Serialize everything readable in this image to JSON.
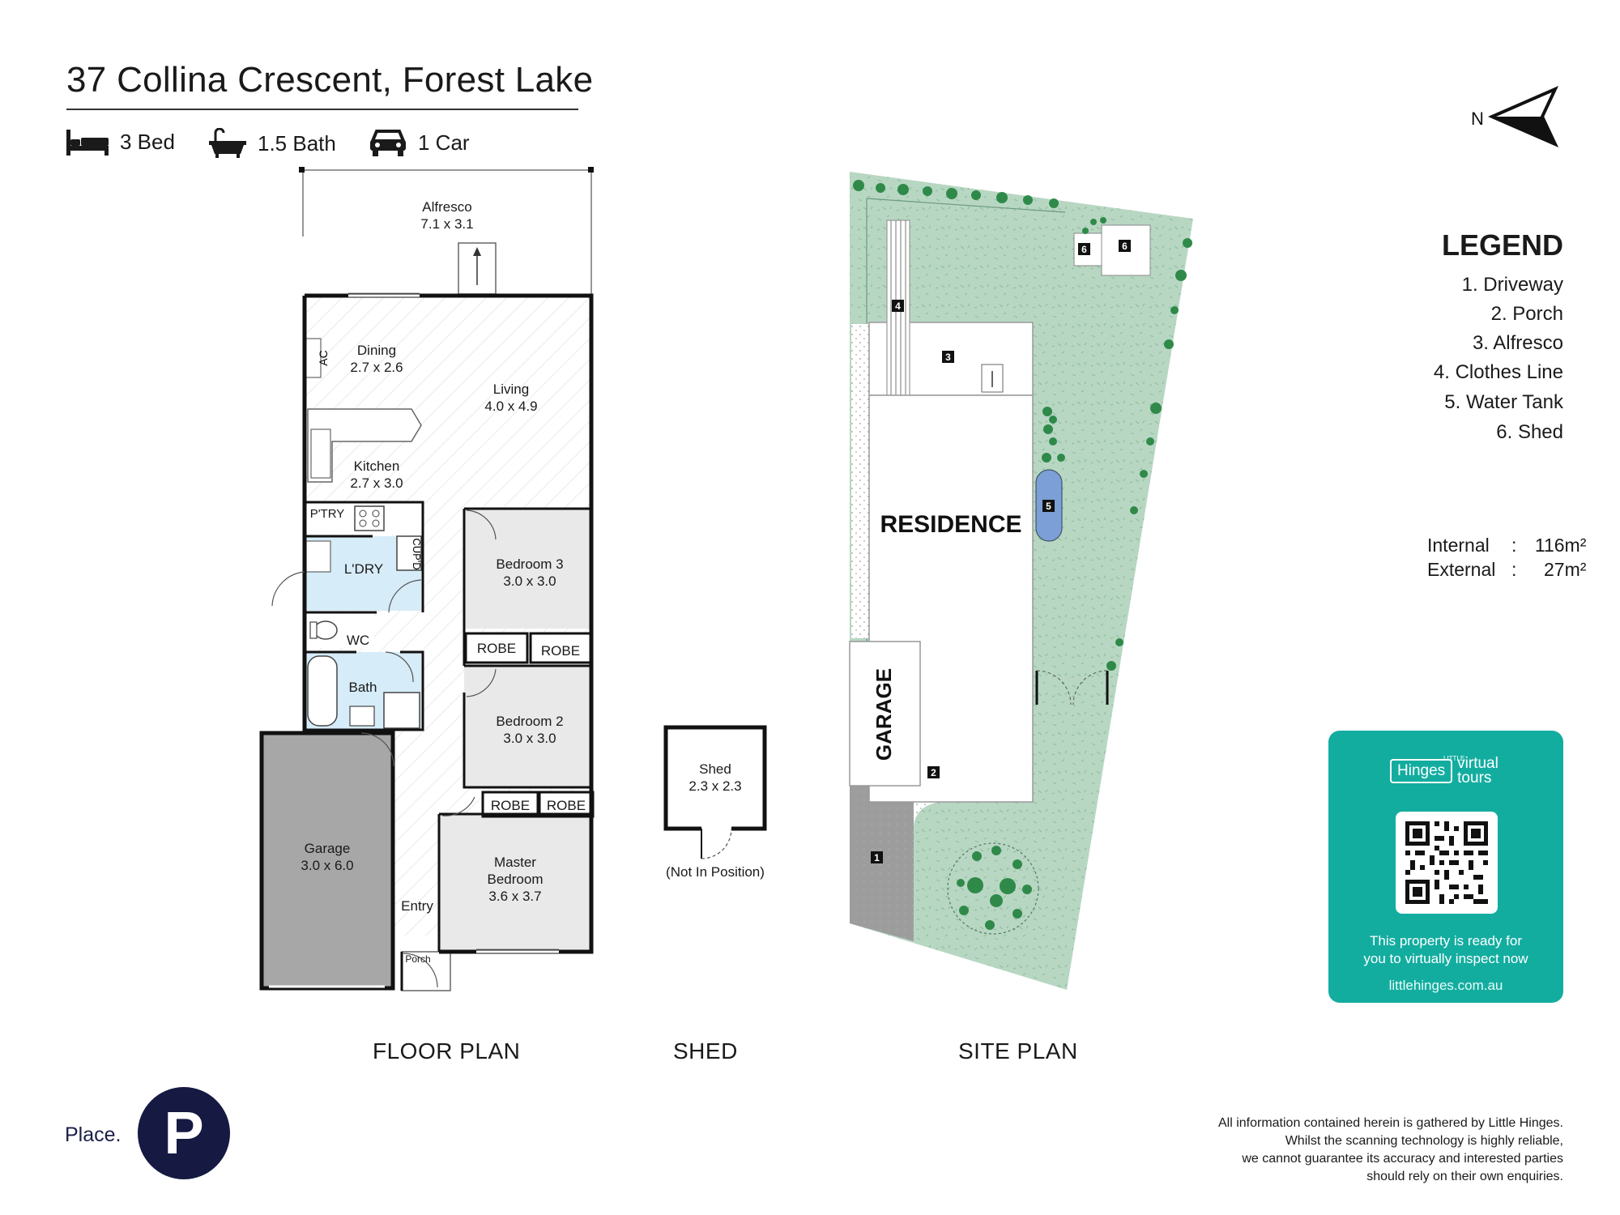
{
  "header": {
    "address": "37 Collina Crescent, Forest Lake",
    "beds": "3 Bed",
    "baths": "1.5 Bath",
    "cars": "1 Car",
    "bed_icon": "bed-icon",
    "bath_icon": "bathtub-icon",
    "car_icon": "car-icon"
  },
  "compass": {
    "label": "N"
  },
  "floor_plan": {
    "caption": "FLOOR PLAN",
    "rooms": {
      "alfresco": {
        "name": "Alfresco",
        "dims": "7.1 x 3.1"
      },
      "dining": {
        "name": "Dining",
        "dims": "2.7 x 2.6"
      },
      "living": {
        "name": "Living",
        "dims": "4.0 x 4.9"
      },
      "kitchen": {
        "name": "Kitchen",
        "dims": "2.7 x 3.0"
      },
      "bedroom3": {
        "name": "Bedroom 3",
        "dims": "3.0 x 3.0"
      },
      "bedroom2": {
        "name": "Bedroom 2",
        "dims": "3.0 x 3.0"
      },
      "master": {
        "name1": "Master",
        "name2": "Bedroom",
        "dims": "3.6 x 3.7"
      },
      "garage": {
        "name": "Garage",
        "dims": "3.0 x 6.0"
      },
      "ac": "AC",
      "pantry": "P'TRY",
      "laundry": "L'DRY",
      "cupboard": "CUP'D",
      "wc": "WC",
      "bath": "Bath",
      "robe": "ROBE",
      "entry": "Entry",
      "porch": "Porch"
    }
  },
  "shed_plan": {
    "caption": "SHED",
    "name": "Shed",
    "dims": "2.3 x 2.3",
    "note": "(Not In Position)"
  },
  "site_plan": {
    "caption": "SITE PLAN",
    "residence": "RESIDENCE",
    "garage": "GARAGE",
    "markers": [
      "1",
      "2",
      "3",
      "4",
      "5",
      "6",
      "6"
    ]
  },
  "legend": {
    "title": "LEGEND",
    "items": [
      "1. Driveway",
      "2. Porch",
      "3. Alfresco",
      "4. Clothes Line",
      "5. Water Tank",
      "6. Shed"
    ]
  },
  "areas": [
    {
      "label": "Internal",
      "value": "116m²"
    },
    {
      "label": "External",
      "value": "27m²"
    }
  ],
  "virtual_tours": {
    "brand_main": "Hinges",
    "brand_small": "LITTLE",
    "brand_right1": "virtual",
    "brand_right2": "tours",
    "tagline1": "This property is ready for",
    "tagline2": "you to virtually inspect now",
    "url": "littlehinges.com.au",
    "qr_icon": "qr-code-icon",
    "accent": "#13ada0"
  },
  "brand": {
    "label": "Place.",
    "logo_letter": "P",
    "logo_color": "#161942"
  },
  "disclaimer": [
    "All information contained herein is gathered by Little Hinges.",
    "Whilst the scanning technology is highly reliable,",
    "we cannot guarantee its accuracy and interested parties",
    "should rely on their own enquiries."
  ],
  "colors": {
    "garage_fill": "#a7a7a7",
    "wet_area_fill": "#d6ecf8",
    "bedroom_fill": "#e9e9e9",
    "lawn_fill": "#b8d7c3",
    "tree_fill": "#2f8a4a",
    "tank_fill": "#7b9fd6"
  }
}
